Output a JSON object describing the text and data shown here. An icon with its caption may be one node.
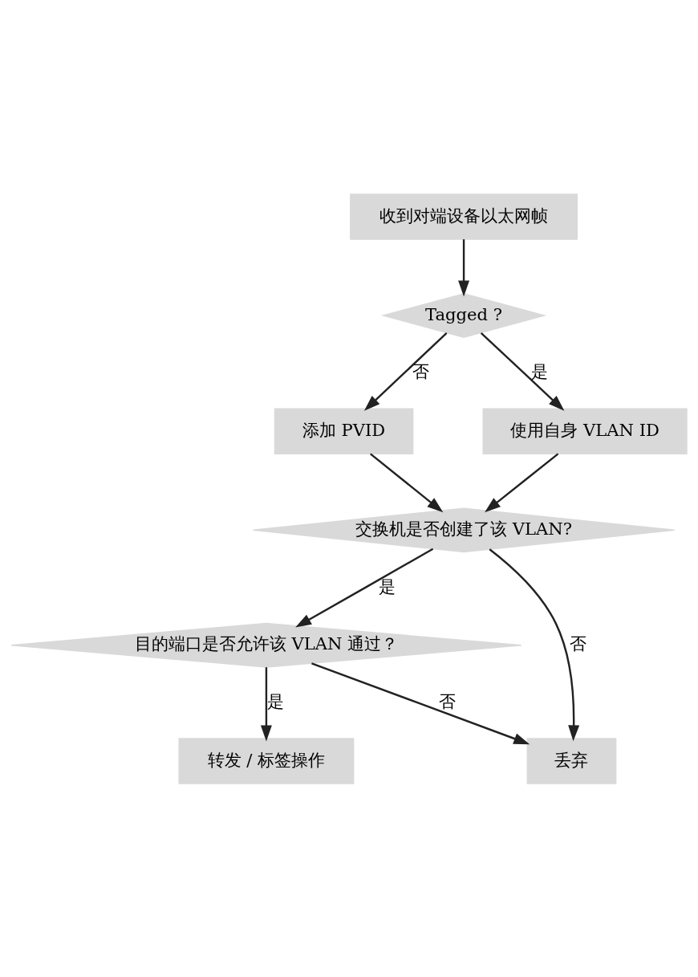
{
  "diagram": {
    "nodes": [
      {
        "text": [
          "收到对端设备以太网帧"
        ]
      },
      {
        "text": [
          "Tagged ?"
        ]
      },
      {
        "text": [
          "添加 PVID"
        ]
      },
      {
        "text": [
          "使用自身 VLAN ID"
        ]
      },
      {
        "text": [
          "交换机是否创建了该 VLAN?"
        ]
      },
      {
        "text": [
          "目的端口是否允许该 VLAN 通过？"
        ]
      },
      {
        "text": [
          "丢弃"
        ]
      },
      {
        "text": [
          "转发 / 标签操作"
        ]
      }
    ],
    "edges": [
      {
        "from": 0,
        "to": 1,
        "arrow": "to"
      },
      {
        "from": 1,
        "to": 3,
        "arrow": "to",
        "label": "是"
      },
      {
        "from": 1,
        "to": 2,
        "arrow": "to",
        "label": "否"
      },
      {
        "from": 2,
        "to": 4,
        "arrow": "to"
      },
      {
        "from": 3,
        "to": 4,
        "arrow": "to"
      },
      {
        "from": 4,
        "to": 5,
        "arrow": "to",
        "label": "是"
      },
      {
        "from": 4,
        "to": 6,
        "arrow": "to",
        "label": "否"
      },
      {
        "from": 5,
        "to": 6,
        "arrow": "to",
        "label": "否"
      },
      {
        "from": 5,
        "to": 7,
        "arrow": "to",
        "label": "是"
      }
    ]
  }
}
